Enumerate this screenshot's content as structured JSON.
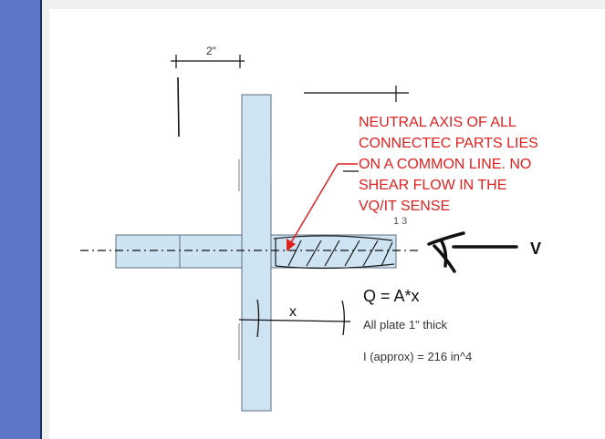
{
  "dimension": {
    "text": "2\""
  },
  "annotation": {
    "lines": [
      "NEUTRAL AXIS OF ALL",
      "CONNECTEC PARTS LIES",
      "ON A COMMON LINE.  NO",
      "SHEAR FLOW IN THE",
      "VQ/IT SENSE"
    ],
    "color": "#e02020"
  },
  "partial_label": "1 3",
  "force_label": "V",
  "formula": "Q =  A*x",
  "x_label": "x",
  "notes": {
    "thickness": "All plate 1\" thick",
    "inertia": "I (approx) = 216 in^4"
  },
  "colors": {
    "plate_fill": "#cfe4f3",
    "plate_stroke": "#5e6e80",
    "sidebar": "#5e78c8"
  }
}
